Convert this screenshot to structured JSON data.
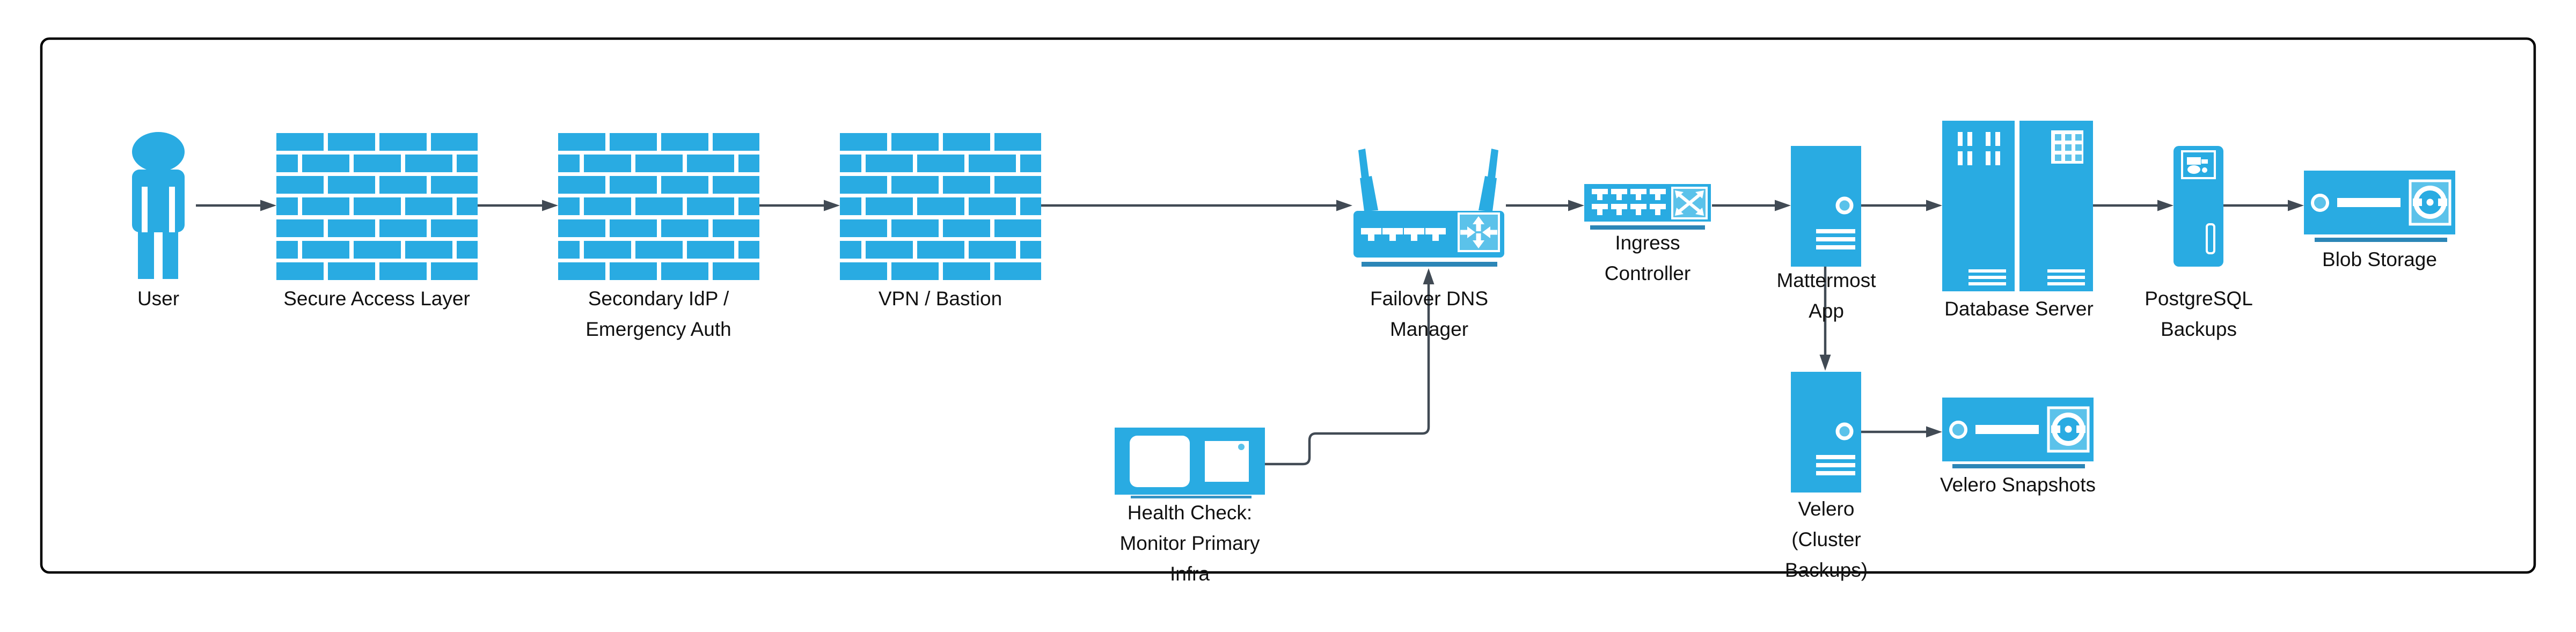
{
  "diagram": {
    "type": "architecture-flow-diagram",
    "colors": {
      "node_fill": "#29ABE2",
      "node_fill_light": "#5BC2EA",
      "node_accent_dark": "#2C86B7",
      "health_underline": "#3593C4",
      "connector": "#414A54",
      "label_text": "#111111",
      "frame_border": "#000000",
      "background": "#FFFFFF"
    },
    "nodes": [
      {
        "id": "user",
        "icon": "person-icon",
        "lines": [
          "User"
        ]
      },
      {
        "id": "secure-access",
        "icon": "firewall-icon",
        "lines": [
          "Secure Access Layer"
        ]
      },
      {
        "id": "secondary-idp",
        "icon": "firewall-icon",
        "lines": [
          "Secondary IdP /",
          "Emergency Auth"
        ]
      },
      {
        "id": "vpn-bastion",
        "icon": "firewall-icon",
        "lines": [
          "VPN / Bastion"
        ]
      },
      {
        "id": "failover-dns",
        "icon": "wireless-router-icon",
        "lines": [
          "Failover DNS",
          "Manager"
        ]
      },
      {
        "id": "ingress-controller",
        "icon": "network-switch-icon",
        "lines": [
          "Ingress",
          "Controller"
        ]
      },
      {
        "id": "mattermost-app",
        "icon": "server-tower-icon",
        "lines": [
          "Mattermost",
          "App"
        ]
      },
      {
        "id": "database-server",
        "icon": "server-rack-icon",
        "lines": [
          "Database Server"
        ]
      },
      {
        "id": "postgresql-backups",
        "icon": "backup-tower-icon",
        "lines": [
          "PostgreSQL",
          "Backups"
        ]
      },
      {
        "id": "blob-storage",
        "icon": "disk-storage-icon",
        "lines": [
          "Blob Storage"
        ]
      },
      {
        "id": "health-check",
        "icon": "monitor-icon",
        "lines": [
          "Health Check:",
          "Monitor Primary",
          "Infra"
        ]
      },
      {
        "id": "velero",
        "icon": "server-tower-icon",
        "lines": [
          "Velero",
          "(Cluster",
          "Backups)"
        ]
      },
      {
        "id": "velero-snapshots",
        "icon": "disk-storage-icon",
        "lines": [
          "Velero Snapshots"
        ]
      }
    ],
    "edges": [
      {
        "from": "user",
        "to": "secure-access"
      },
      {
        "from": "secure-access",
        "to": "secondary-idp"
      },
      {
        "from": "secondary-idp",
        "to": "vpn-bastion"
      },
      {
        "from": "vpn-bastion",
        "to": "failover-dns"
      },
      {
        "from": "failover-dns",
        "to": "ingress-controller"
      },
      {
        "from": "ingress-controller",
        "to": "mattermost-app"
      },
      {
        "from": "mattermost-app",
        "to": "database-server"
      },
      {
        "from": "database-server",
        "to": "postgresql-backups"
      },
      {
        "from": "postgresql-backups",
        "to": "blob-storage"
      },
      {
        "from": "mattermost-app",
        "to": "velero"
      },
      {
        "from": "velero",
        "to": "velero-snapshots"
      },
      {
        "from": "health-check",
        "to": "failover-dns"
      }
    ]
  }
}
